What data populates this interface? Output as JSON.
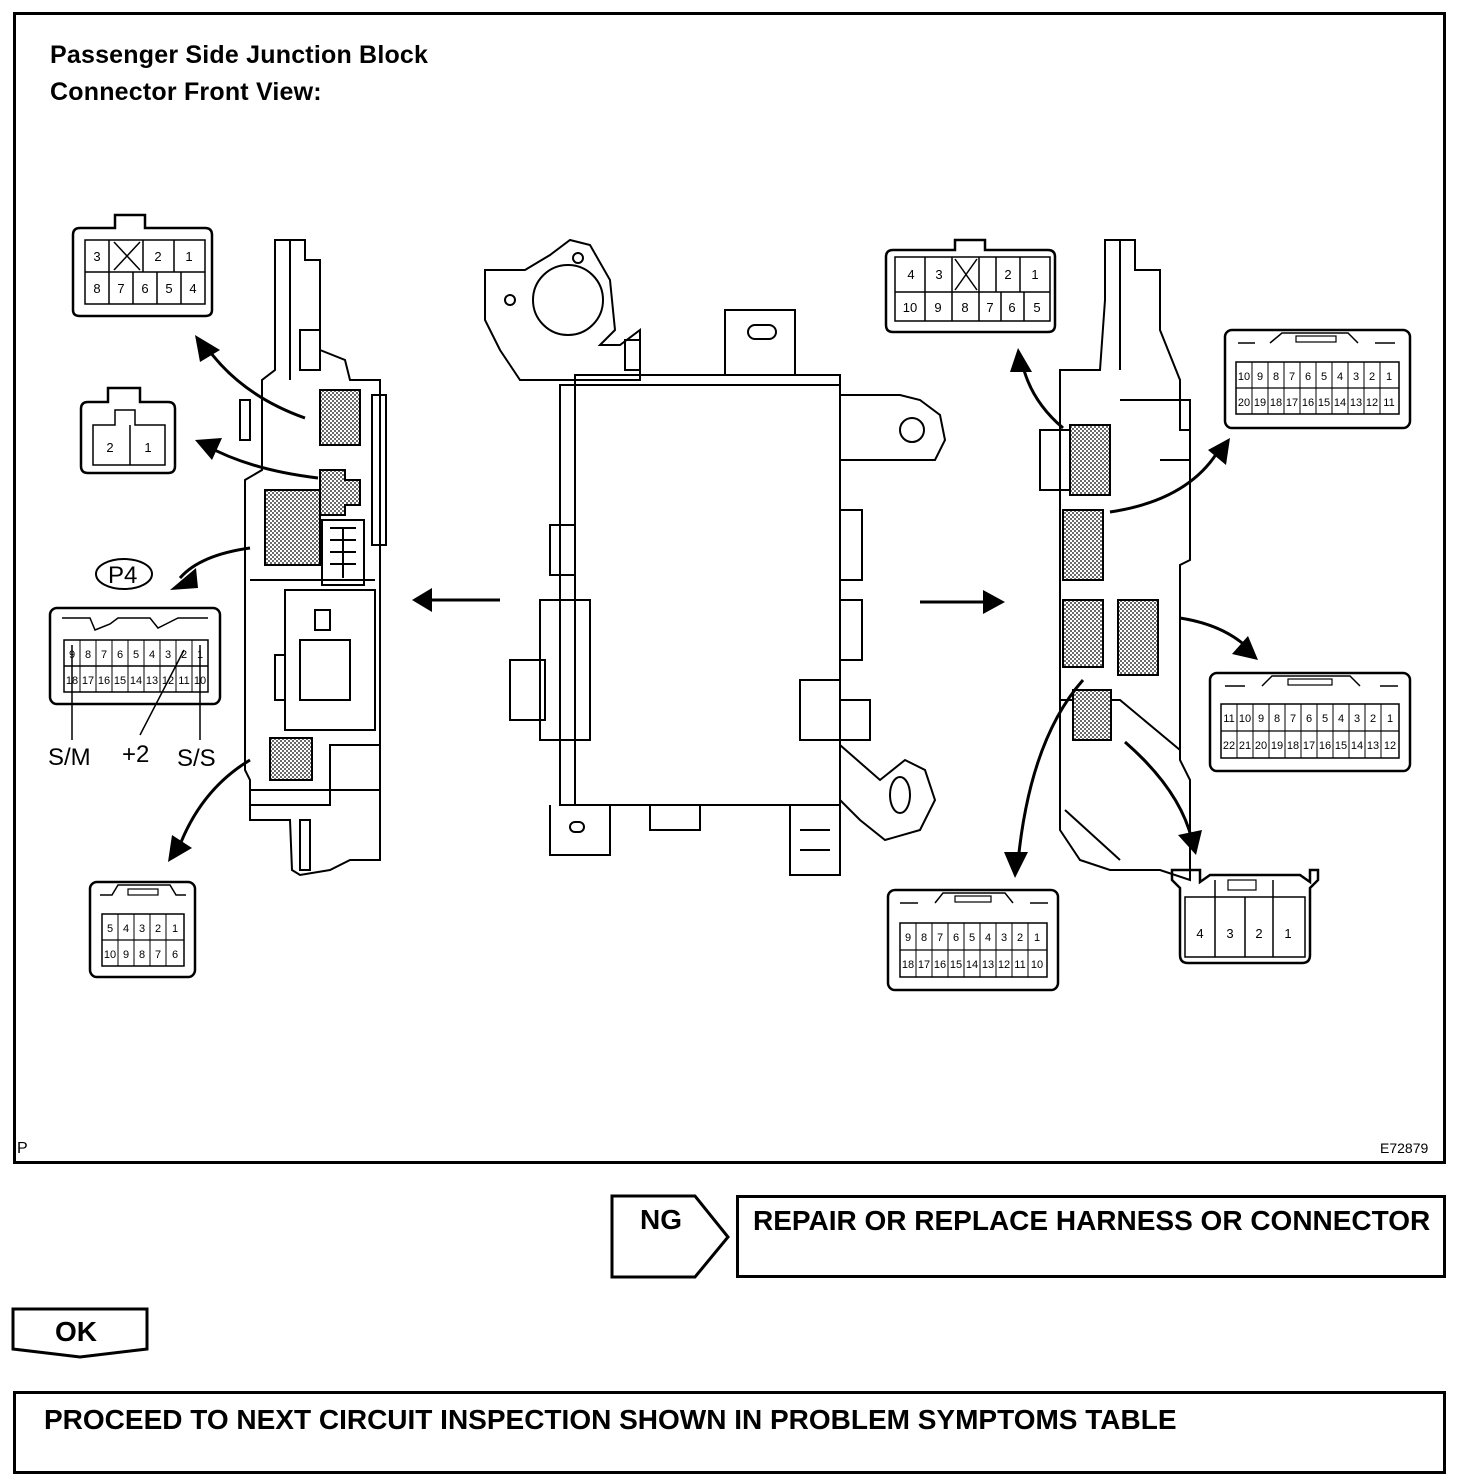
{
  "figure": {
    "title_line1": "Passenger Side Junction Block",
    "title_line2": "Connector Front View:",
    "corner_mark": "P",
    "figure_id": "E72879"
  },
  "connectors": {
    "top_left": {
      "row1": [
        "3",
        "",
        "2",
        "1"
      ],
      "row2": [
        "8",
        "7",
        "6",
        "5",
        "4"
      ]
    },
    "mid_left": {
      "row1": [
        "2",
        "1"
      ]
    },
    "p4": {
      "badge": "P4",
      "row1": [
        "9",
        "8",
        "7",
        "6",
        "5",
        "4",
        "3",
        "2",
        "1"
      ],
      "row2": [
        "18",
        "17",
        "16",
        "15",
        "14",
        "13",
        "12",
        "11",
        "10"
      ],
      "terminal_labels": [
        "S/M",
        "+2",
        "S/S"
      ]
    },
    "bottom_left": {
      "row1": [
        "5",
        "4",
        "3",
        "2",
        "1"
      ],
      "row2": [
        "10",
        "9",
        "8",
        "7",
        "6"
      ]
    },
    "top_right": {
      "row1": [
        "4",
        "3",
        "",
        "2",
        "1"
      ],
      "row2": [
        "10",
        "9",
        "8",
        "7",
        "6",
        "5"
      ]
    },
    "right_20": {
      "row1": [
        "10",
        "9",
        "8",
        "7",
        "6",
        "5",
        "4",
        "3",
        "2",
        "1"
      ],
      "row2": [
        "20",
        "19",
        "18",
        "17",
        "16",
        "15",
        "14",
        "13",
        "12",
        "11"
      ]
    },
    "right_22": {
      "row1": [
        "11",
        "10",
        "9",
        "8",
        "7",
        "6",
        "5",
        "4",
        "3",
        "2",
        "1"
      ],
      "row2": [
        "22",
        "21",
        "20",
        "19",
        "18",
        "17",
        "16",
        "15",
        "14",
        "13",
        "12"
      ]
    },
    "bottom_mid_right": {
      "row1": [
        "9",
        "8",
        "7",
        "6",
        "5",
        "4",
        "3",
        "2",
        "1"
      ],
      "row2": [
        "18",
        "17",
        "16",
        "15",
        "14",
        "13",
        "12",
        "11",
        "10"
      ]
    },
    "bottom_right": {
      "row1": [
        "4",
        "3",
        "2",
        "1"
      ]
    }
  },
  "flow": {
    "ng_tag": "NG",
    "ng_action": "REPAIR OR REPLACE HARNESS OR CONNECTOR",
    "ok_tag": "OK",
    "next_step": "PROCEED TO NEXT CIRCUIT INSPECTION SHOWN IN PROBLEM SYMPTOMS TABLE"
  }
}
